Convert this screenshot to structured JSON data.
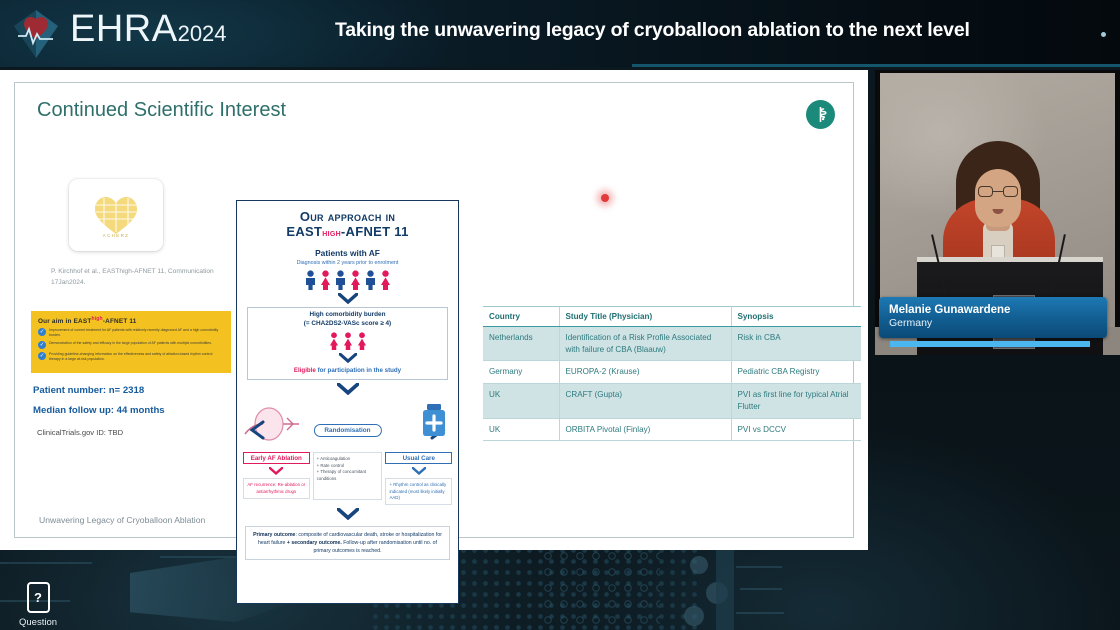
{
  "header": {
    "brand": "EHRA",
    "brand_year": "2024",
    "talk_title": "Taking the unwavering legacy of cryoballoon ablation to the next level",
    "logo_icon": "ehra-heart-crystal-logo",
    "accent_color": "#14566b"
  },
  "slide": {
    "heading": "Continued Scientific Interest",
    "footer": "Unwavering Legacy of Cryoballoon Ablation",
    "badge_icon": "asclepius-rod-icon",
    "badge_color": "#1c8a7a",
    "heading_color": "#2f6f6b",
    "left": {
      "thumbnail_icon": "gold-heart-logo-thumbnail",
      "citation": "P. Kirchhof et al., EASThigh-AFNET 11, Communication 17Jan2024.",
      "aim_box": {
        "title_prefix": "Our aim in EAST",
        "title_super": "high",
        "title_suffix": "-AFNET 11",
        "bg_color": "#f3c220",
        "bullets": [
          "Improvement of current treatment for AF patients with relatively recently diagnosed AF and a high comorbidity burden.",
          "Demonstration of the safety and efficacy in the large population of AF patients with multiple comorbidities.",
          "Providing guideline-changing information on the effectiveness and safety of ablation-based rhythm control therapy in a large at-risk population."
        ],
        "check_icon": "check-circle-icon"
      },
      "patient_number": "Patient number: n= 2318",
      "median_follow_up": "Median follow up: 44 months",
      "trial_id": "ClinicalTrials.gov ID: TBD"
    },
    "diagram": {
      "title_line1": "Our approach in",
      "title_line2_prefix": "EAST",
      "title_line2_super": "high",
      "title_line2_suffix": "-AFNET 11",
      "patients_label": "Patients with AF",
      "patients_note": "Diagnosis within 2 years prior to enrolment",
      "comorbidity_line1": "High comorbidity burden",
      "comorbidity_line2": "(= CHA2DS2-VASc score ≥ 4)",
      "eligible_prefix": "Eligible",
      "eligible_rest": " for participation in the study",
      "randomisation": "Randomisation",
      "arm_left_head": "Early AF Ablation",
      "arm_left_body": "AF recurrence: Re-ablation or antiarrhythmic drugs",
      "arm_mid_body": "+ Anticoagulation\n+ Rate control\n+ Therapy of concomitant conditions",
      "arm_right_head": "Usual Care",
      "arm_right_body": "+ Rhythm control as clinically indicated (most likely initially AAD)",
      "outcome_primary_label": "Primary outcome",
      "outcome_primary_text": ": composite of cardiovascular death, stroke or hospitalization for heart failure",
      "outcome_secondary_label": "+ secondary outcome.",
      "outcome_secondary_text": " Follow-up after randomisation until no. of primary outcomes is reached.",
      "icon_balloon": "cryoballoon-catheter-icon",
      "icon_pills": "medication-bottle-icon",
      "icon_chevron": "chevron-down-icon",
      "icon_person": "person-icon"
    },
    "table": {
      "columns": [
        "Country",
        "Study Title (Physician)",
        "Synopsis"
      ],
      "rows": [
        [
          "Netherlands",
          "Identification of a Risk Profile Associated with failure of CBA (Blaauw)",
          "Risk in CBA"
        ],
        [
          "Germany",
          "EUROPA-2 (Krause)",
          "Pediatric CBA Registry"
        ],
        [
          "UK",
          "CRAFT (Gupta)",
          "PVI as first line for typical Atrial Flutter"
        ],
        [
          "UK",
          "ORBITA Pivotal (Finlay)",
          "PVI vs DCCV"
        ]
      ],
      "accent_color": "#2d7a7e"
    },
    "laser_pointer": {
      "icon": "laser-pointer-dot",
      "color": "#e03a3a"
    }
  },
  "video": {
    "speaker_name": "Melanie Gunawardene",
    "speaker_country": "Germany"
  },
  "controls": {
    "question_label": "Question",
    "question_icon": "phone-question-icon",
    "question_glyph": "?"
  }
}
